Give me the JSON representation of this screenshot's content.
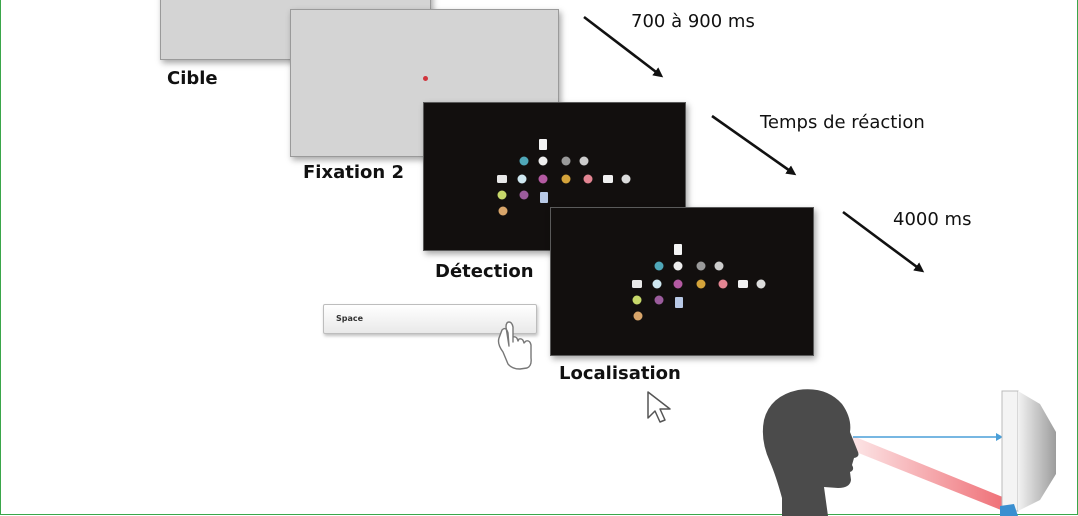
{
  "labels": {
    "cible": "Cible",
    "fixation2": "Fixation 2",
    "detection": "Détection",
    "localisation": "Localisation"
  },
  "timings": {
    "t1": "700 à 900 ms",
    "t2": "Temps de réaction",
    "t3": "4000 ms"
  },
  "spacebar": {
    "label": "Space"
  },
  "colors": {
    "border": "#3aa64a",
    "gray_screen": "#d4d4d4",
    "black_screen": "#120f0e",
    "fixation_dot": "#d0353d",
    "gaze_line": "#4a9fd8",
    "beam": "#e8323c"
  },
  "icons": [
    "hand-pointer-icon",
    "mouse-cursor-icon",
    "head-silhouette-icon",
    "eye-tracker-icon"
  ]
}
